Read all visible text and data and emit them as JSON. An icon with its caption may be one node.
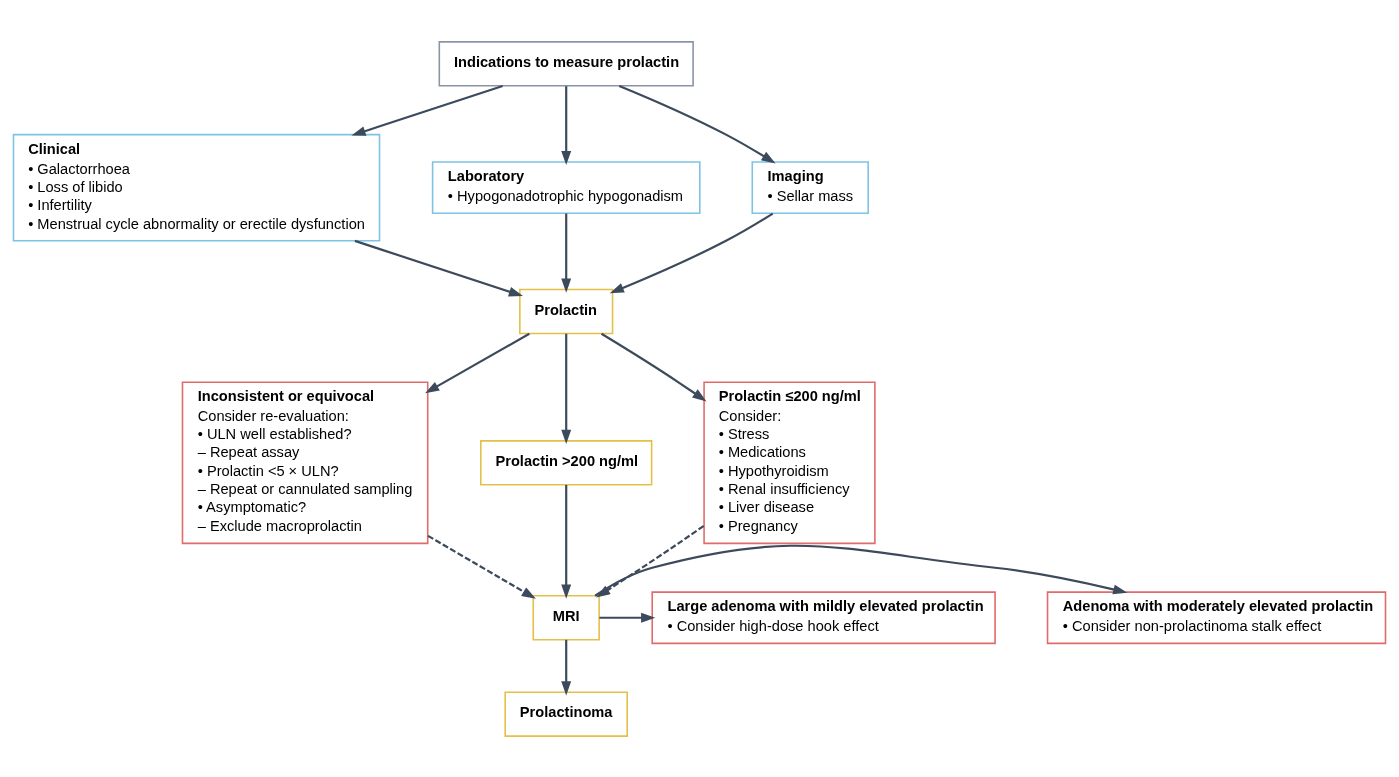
{
  "diagram": {
    "nodes": [
      {
        "text": [
          "Indications to measure prolactin"
        ]
      },
      {
        "text": [
          "Clinical",
          "• Galactorrhoea",
          "• Loss of libido",
          "• Infertility",
          "• Menstrual cycle abnormality or erectile dysfunction"
        ]
      },
      {
        "text": [
          "Laboratory",
          "• Hypogonadotrophic hypogonadism"
        ]
      },
      {
        "text": [
          "Imaging",
          "• Sellar mass"
        ]
      },
      {
        "text": [
          "Prolactin"
        ]
      },
      {
        "text": [
          "Inconsistent or equivocal",
          "Consider re-evaluation:",
          "• ULN well established?",
          "– Repeat assay",
          "• Prolactin <5 × ULN?",
          "– Repeat or cannulated sampling",
          "• Asymptomatic?",
          "– Exclude macroprolactin"
        ]
      },
      {
        "text": [
          "Prolactin >200 ng/ml"
        ]
      },
      {
        "text": [
          "Prolactin ≤200 ng/ml",
          "Consider:",
          "• Stress",
          "• Medications",
          "• Hypothyroidism",
          "• Renal insufficiency",
          "• Liver disease",
          "• Pregnancy"
        ]
      },
      {
        "text": [
          "MRI"
        ]
      },
      {
        "text": [
          "Adenoma with moderately elevated prolactin",
          "• Consider non-prolactinoma stalk effect"
        ]
      },
      {
        "text": [
          "Large adenoma with mildly elevated prolactin",
          "• Consider high-dose hook effect"
        ]
      },
      {
        "text": [
          "Prolactinoma"
        ]
      }
    ],
    "edges": [
      {
        "from": 0,
        "to": 1,
        "arrow": "to"
      },
      {
        "from": 0,
        "to": 2,
        "arrow": "to"
      },
      {
        "from": 0,
        "to": 3,
        "arrow": "to"
      },
      {
        "from": 1,
        "to": 4,
        "arrow": "to"
      },
      {
        "from": 2,
        "to": 4,
        "arrow": "to"
      },
      {
        "from": 3,
        "to": 4,
        "arrow": "to"
      },
      {
        "from": 4,
        "to": 5,
        "arrow": "to"
      },
      {
        "from": 4,
        "to": 6,
        "arrow": "to"
      },
      {
        "from": 4,
        "to": 7,
        "arrow": "to"
      },
      {
        "from": 5,
        "to": 8,
        "arrow": "to",
        "style": "dashed"
      },
      {
        "from": 6,
        "to": 8,
        "arrow": "to"
      },
      {
        "from": 7,
        "to": 8,
        "arrow": "to",
        "style": "dashed"
      },
      {
        "from": 8,
        "to": 9,
        "arrow": "to"
      },
      {
        "from": 8,
        "to": 11,
        "arrow": "to"
      },
      {
        "from": 8,
        "to": 10,
        "arrow": "to"
      }
    ]
  }
}
